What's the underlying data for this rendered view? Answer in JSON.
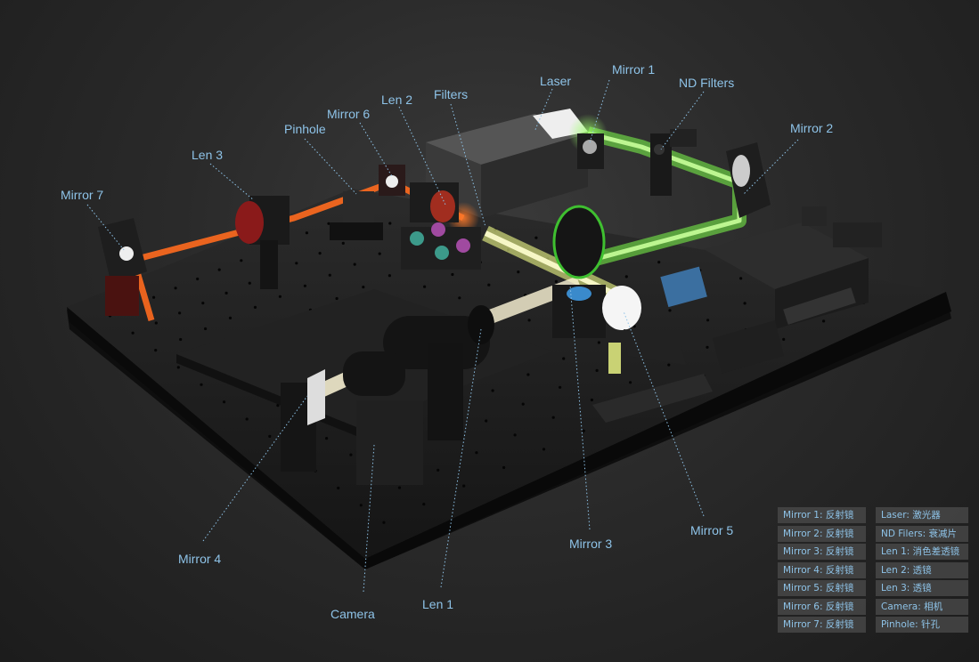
{
  "callouts": {
    "laser": "Laser",
    "mirror1": "Mirror 1",
    "nd_filters": "ND Filters",
    "mirror2": "Mirror 2",
    "filters": "Filters",
    "len2": "Len 2",
    "mirror6": "Mirror 6",
    "pinhole": "Pinhole",
    "len3": "Len 3",
    "mirror7": "Mirror 7",
    "mirror4": "Mirror 4",
    "camera": "Camera",
    "len1": "Len 1",
    "mirror3": "Mirror 3",
    "mirror5": "Mirror 5"
  },
  "legend": {
    "left": [
      "Mirror 1: 反射镜",
      "Mirror 2: 反射镜",
      "Mirror 3: 反射镜",
      "Mirror 4: 反射镜",
      "Mirror 5: 反射镜",
      "Mirror 6: 反射镜",
      "Mirror 7: 反射镜"
    ],
    "right": [
      "Laser: 激光器",
      "ND Filers: 衰减片",
      "Len 1: 消色差透镜",
      "Len 2: 透镜",
      "Len 3: 透镜",
      "Camera: 相机",
      "Pinhole: 针孔"
    ]
  },
  "colors": {
    "callout_text": "#8ec3e8",
    "beam_green": "#7dff4a",
    "beam_orange": "#ff6a1e",
    "beam_yellow": "#f4ff8a",
    "board": "#1a1a1a"
  }
}
